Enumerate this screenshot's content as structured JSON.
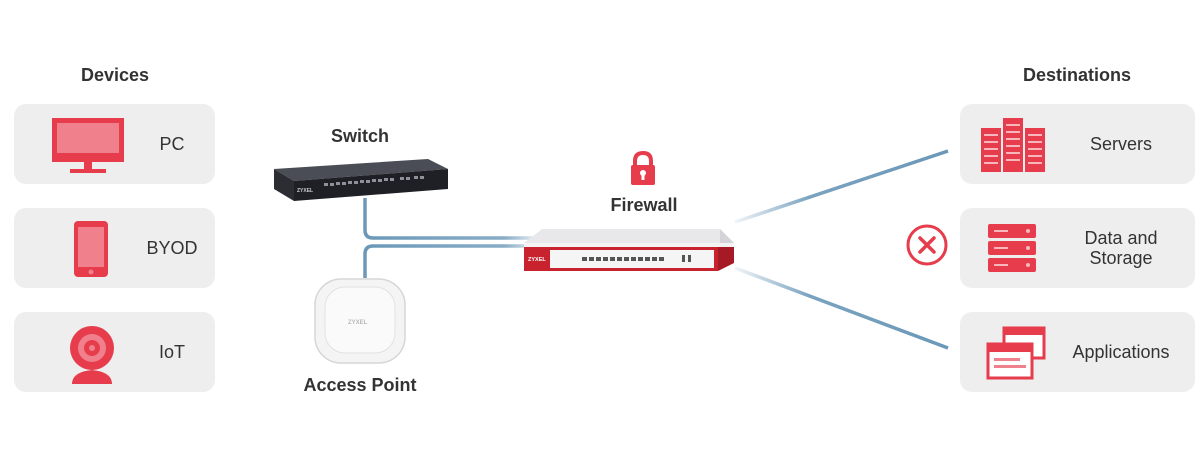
{
  "headings": {
    "devices": "Devices",
    "destinations": "Destinations",
    "switch": "Switch",
    "firewall": "Firewall",
    "access_point": "Access Point"
  },
  "devices": [
    {
      "label": "PC",
      "icon": "pc-icon"
    },
    {
      "label": "BYOD",
      "icon": "phone-icon"
    },
    {
      "label": "IoT",
      "icon": "camera-icon"
    }
  ],
  "destinations": [
    {
      "label": "Servers",
      "icon": "server-rack-icon"
    },
    {
      "label": "Data and\nStorage",
      "icon": "storage-icon",
      "blocked": true
    },
    {
      "label": "Applications",
      "icon": "app-windows-icon"
    }
  ],
  "brand": {
    "switch_logo": "ZYXEL",
    "firewall_logo": "ZYXEL",
    "ap_logo": "ZYXEL"
  },
  "colors": {
    "accent": "#e63c4c",
    "card_bg": "#eeeeee",
    "allowed_link": "#6b98b8",
    "blocked_link": "#e63c4c"
  }
}
